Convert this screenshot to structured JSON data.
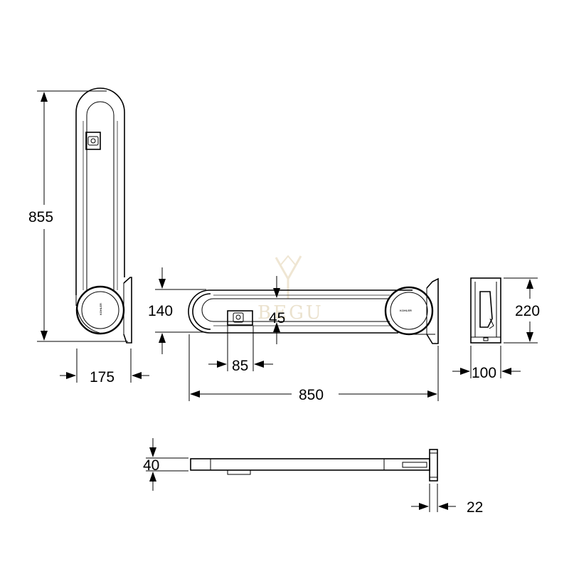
{
  "watermark": {
    "text": "BEGU"
  },
  "brand": {
    "label": "KOHLER"
  },
  "dimensions": {
    "height_855": "855",
    "depth_175": "175",
    "bar_height_140": "140",
    "grip_45": "45",
    "grip_offset_85": "85",
    "length_850": "850",
    "plate_height_220": "220",
    "plate_width_100": "100",
    "profile_40": "40",
    "plate_thickness_22": "22"
  }
}
